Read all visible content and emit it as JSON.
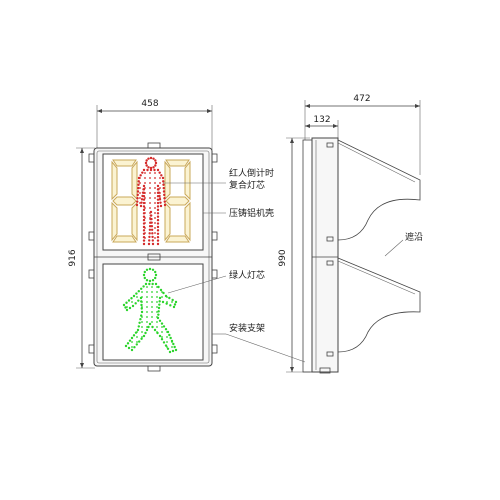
{
  "dimensions": {
    "front_width": "458",
    "front_height": "916",
    "side_width": "472",
    "side_depth": "132",
    "side_height": "990"
  },
  "labels": {
    "red_countdown_core": "红人倒计时\n复合灯芯",
    "die_cast_aluminum_shell": "压铸铝机壳",
    "green_man_core": "绿人灯芯",
    "mounting_bracket": "安装支架",
    "visor": "遮沿"
  },
  "colors": {
    "red_led": "#d42a2a",
    "green_led": "#2bd42b",
    "segment_outline": "#c9a85a",
    "segment_fill": "#fbf3d2",
    "line": "#444444"
  }
}
